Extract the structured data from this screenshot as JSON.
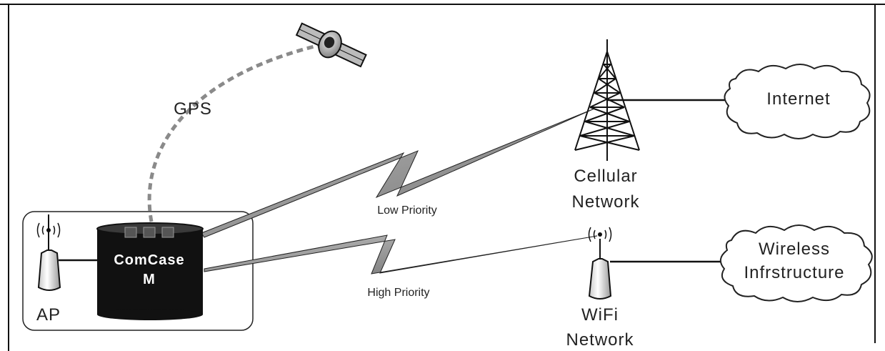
{
  "labels": {
    "gps": "GPS",
    "internet": "Internet",
    "cellular_line1": "Cellular",
    "cellular_line2": "Network",
    "low_priority": "Low Priority",
    "high_priority": "High Priority",
    "device_line1": "ComCase",
    "device_line2": "M",
    "ap": "AP",
    "wireless_line1": "Wireless",
    "wireless_line2": "Infrstructure",
    "wifi_line1": "WiFi",
    "wifi_line2": "Network"
  },
  "icons": {
    "satellite": "satellite-icon",
    "cell_tower": "cell-tower-icon",
    "wifi_antenna": "wifi-antenna-icon",
    "ap_antenna": "ap-antenna-icon",
    "device": "comcase-device-icon",
    "cloud": "cloud-icon"
  },
  "colors": {
    "line": "#111111",
    "device_body": "#111111",
    "device_top": "#3a3a3a",
    "bolt_fill": "#9a9a9a",
    "gps_dash": "#8a8a8a"
  }
}
